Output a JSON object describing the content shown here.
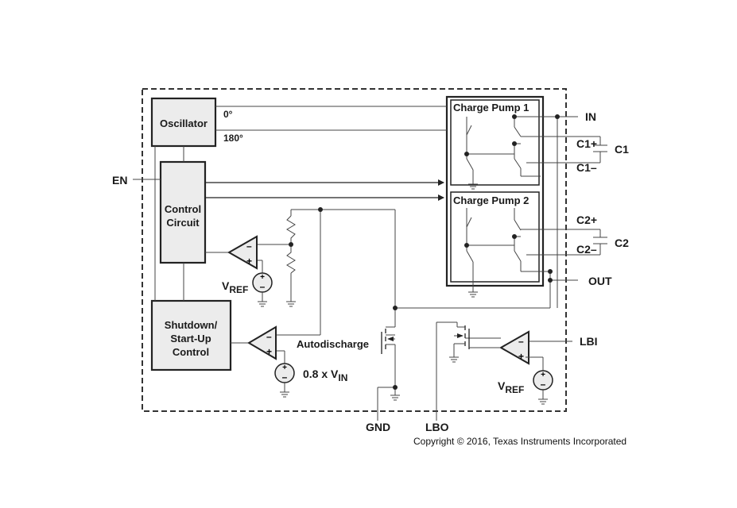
{
  "blocks": {
    "oscillator": "Oscillator",
    "control_line1": "Control",
    "control_line2": "Circuit",
    "shutdown_line1": "Shutdown/",
    "shutdown_line2": "Start-Up",
    "shutdown_line3": "Control",
    "charge_pump_1": "Charge Pump 1",
    "charge_pump_2": "Charge Pump 2"
  },
  "phases": {
    "phase_0": "0°",
    "phase_180": "180°"
  },
  "pins": {
    "en": "EN",
    "in": "IN",
    "c1_plus": "C1+",
    "c1_minus": "C1–",
    "c2_plus": "C2+",
    "c2_minus": "C2–",
    "out": "OUT",
    "lbi": "LBI",
    "gnd": "GND",
    "lbo": "LBO"
  },
  "components": {
    "c1": "C1",
    "c2": "C2"
  },
  "references": {
    "vref_main": "V",
    "vref_sub": "REF",
    "vin_prefix": "0.8 x V",
    "vin_sub": "IN"
  },
  "labels": {
    "autodischarge": "Autodischarge"
  },
  "copyright": "Copyright © 2016, Texas Instruments Incorporated"
}
